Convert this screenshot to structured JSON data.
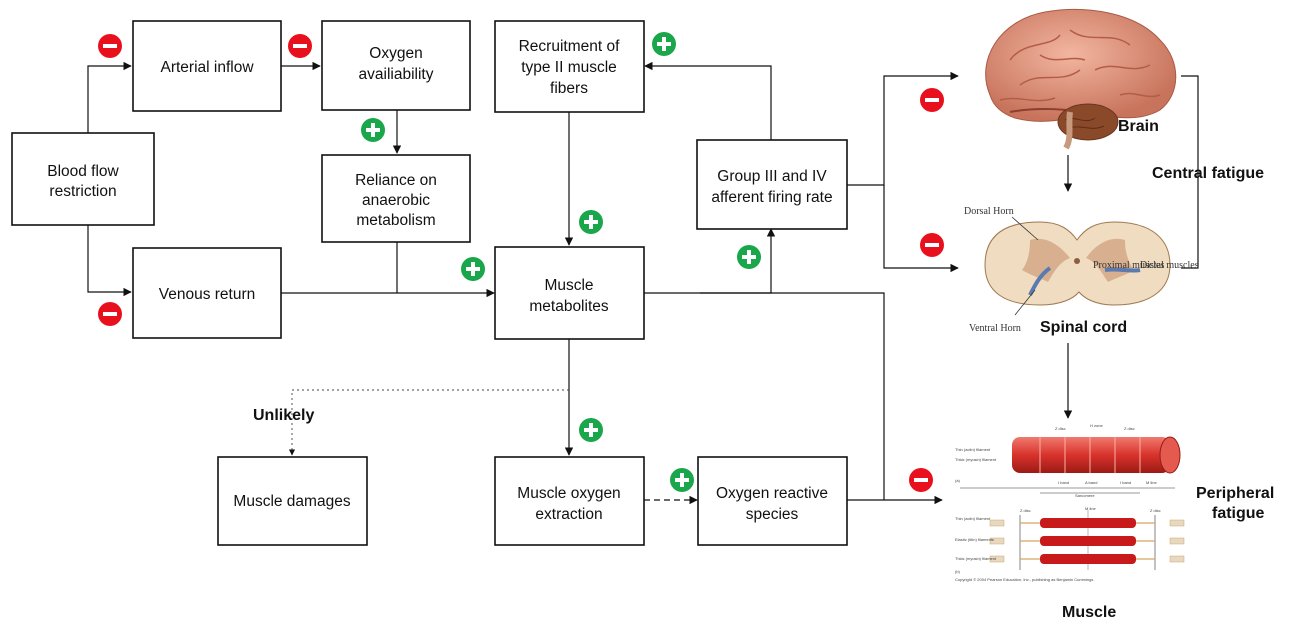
{
  "boxes": {
    "blood_flow": [
      "Blood flow",
      "restriction"
    ],
    "arterial": [
      "Arterial inflow"
    ],
    "oxygen": [
      "Oxygen",
      "availiability"
    ],
    "recruitment": [
      "Recruitment of",
      "type II muscle",
      "fibers"
    ],
    "group": [
      "Group III and IV",
      "afferent firing rate"
    ],
    "reliance": [
      "Reliance on",
      "anaerobic",
      "metabolism"
    ],
    "venous": [
      "Venous return"
    ],
    "metabolites": [
      "Muscle",
      "metabolites"
    ],
    "damages": [
      "Muscle damages"
    ],
    "extraction": [
      "Muscle oxygen",
      "extraction"
    ],
    "ros": [
      "Oxygen reactive",
      "species"
    ]
  },
  "labels": {
    "unlikely": "Unlikely",
    "brain": "Brain",
    "spinal_cord": "Spinal cord",
    "central_fatigue": "Central fatigue",
    "peripheral_fatigue_1": "Peripheral",
    "peripheral_fatigue_2": "fatigue",
    "muscle": "Muscle",
    "dorsal_horn": "Dorsal Horn",
    "ventral_horn": "Ventral Horn",
    "proximal_muscles": "Proximal muscles",
    "distal_muscles": "Distal muscles"
  },
  "muscle_figure": {
    "top_left_1": "Thin (actin) filament",
    "top_left_2": "Thick (myosin) filament",
    "z_disc": "Z disc",
    "h_zone": "H zone",
    "i_band": "I band",
    "a_band": "A band",
    "m_line": "M line",
    "sarcomere": "Sarcomere",
    "bottom_left_1": "Thin (actin) filament",
    "bottom_left_2": "Elastic (titin) filaments",
    "bottom_left_3": "Thick (myosin) filament",
    "panel_a": "(a)",
    "panel_b": "(b)",
    "copyright": "Copyright © 2004 Pearson Education, Inc., publishing as Benjamin Cummings"
  },
  "signs": {
    "minus": "−",
    "plus": "+"
  },
  "colors": {
    "minus": "#e8101c",
    "plus": "#1aa64a",
    "line": "#111111"
  },
  "icons": [
    "brain-image",
    "spinal-cord-image",
    "muscle-fiber-image"
  ]
}
